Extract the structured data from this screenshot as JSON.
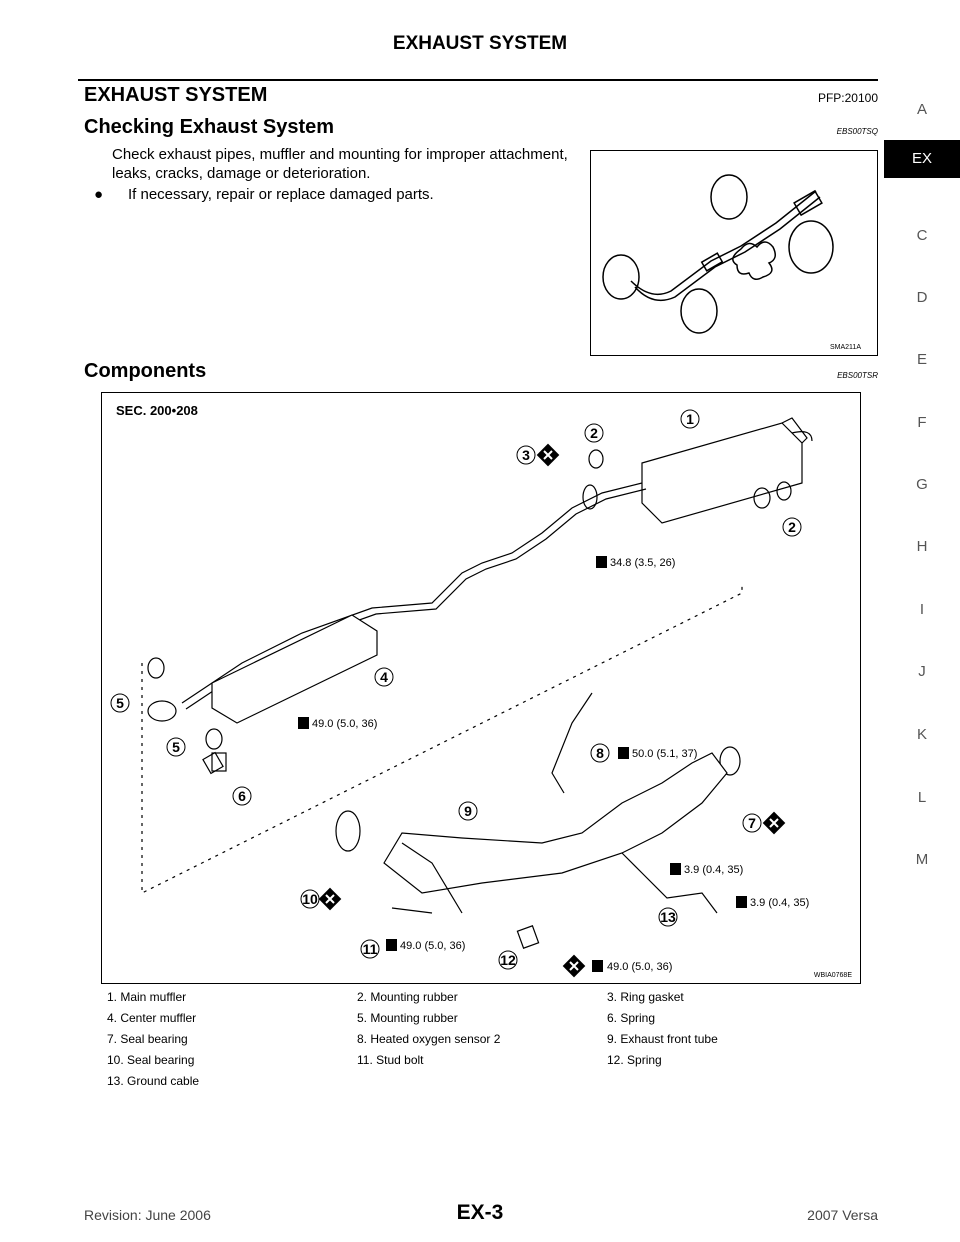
{
  "header": {
    "title": "EXHAUST SYSTEM"
  },
  "section": {
    "title": "EXHAUST SYSTEM",
    "pfp": "PFP:20100"
  },
  "checking": {
    "title": "Checking Exhaust System",
    "code": "EBS00TSQ",
    "text": "Check exhaust pipes, muffler and mounting for improper attachment, leaks, cracks, damage or deterioration.",
    "bullet": "If necessary, repair or replace damaged parts.",
    "figure_id": "SMA211A"
  },
  "components": {
    "title": "Components",
    "code": "EBS00TSR",
    "figure_id": "WBIA0768E",
    "sec_label": "SEC. 200•208",
    "torque_labels": [
      "34.8 (3.5, 26)",
      "49.0 (5.0, 36)",
      "50.0 (5.1, 37)",
      "3.9 (0.4, 35)",
      "3.9 (0.4, 35)",
      "49.0 (5.0, 36)",
      "49.0 (5.0, 36)"
    ],
    "callouts": [
      "1",
      "2",
      "3",
      "2",
      "4",
      "5",
      "5",
      "6",
      "8",
      "7",
      "9",
      "10",
      "11",
      "12",
      "13"
    ]
  },
  "legend": [
    [
      "1.   Main muffler",
      "2.   Mounting rubber",
      "3.   Ring gasket"
    ],
    [
      "4.   Center muffler",
      "5.   Mounting rubber",
      "6.   Spring"
    ],
    [
      "7.   Seal bearing",
      "8.   Heated oxygen sensor 2",
      "9.   Exhaust front tube"
    ],
    [
      "10.   Seal bearing",
      "11.   Stud bolt",
      "12.   Spring"
    ],
    [
      "13.   Ground cable",
      "",
      ""
    ]
  ],
  "side_tabs": [
    "A",
    "EX",
    "C",
    "D",
    "E",
    "F",
    "G",
    "H",
    "I",
    "J",
    "K",
    "L",
    "M"
  ],
  "footer": {
    "left": "Revision: June 2006",
    "center": "EX-3",
    "right": "2007 Versa"
  }
}
